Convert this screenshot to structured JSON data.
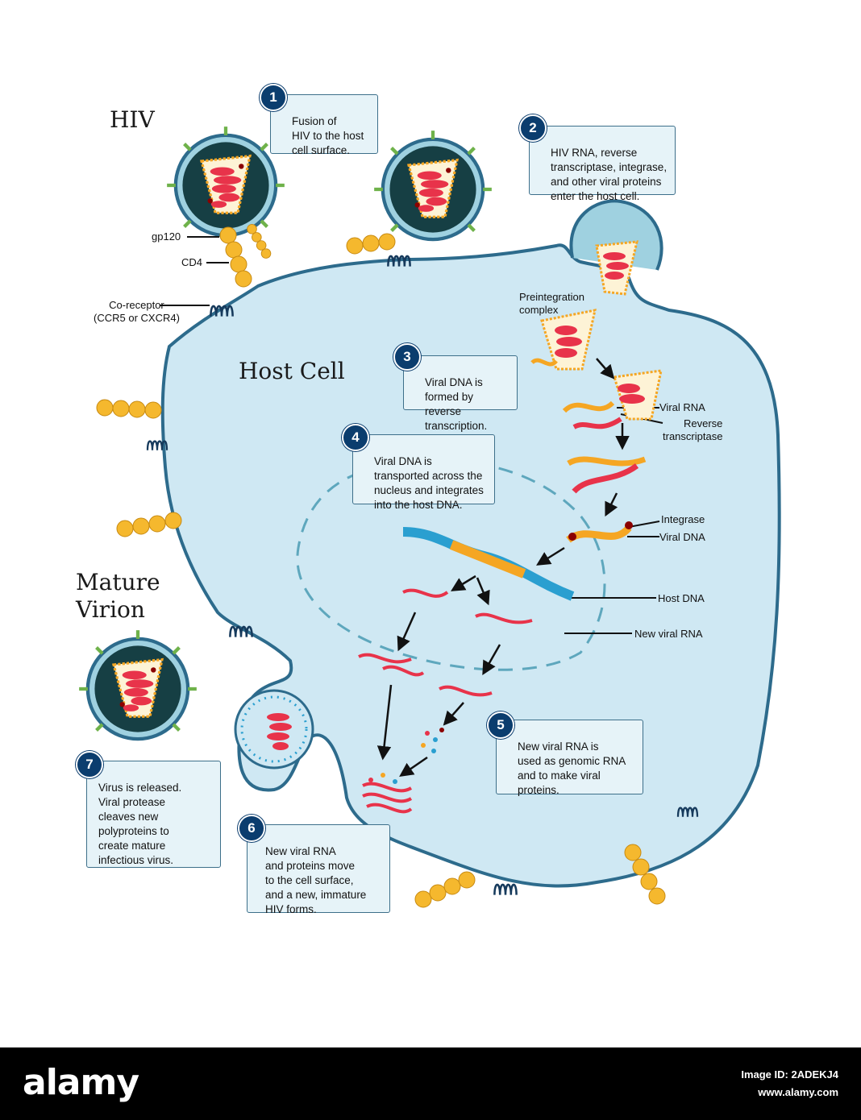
{
  "titles": {
    "hiv": "HIV",
    "host_cell": "Host Cell",
    "mature_virion": "Mature\nVirion"
  },
  "steps": [
    {
      "num": "1",
      "text": "Fusion of\nHIV to the host\ncell surface."
    },
    {
      "num": "2",
      "text": "HIV RNA, reverse\ntranscriptase, integrase,\nand other viral proteins\nenter the host cell."
    },
    {
      "num": "3",
      "text": "Viral DNA is\nformed by reverse\ntranscription."
    },
    {
      "num": "4",
      "text": "Viral DNA is\ntransported across the\nnucleus and integrates\ninto the host DNA."
    },
    {
      "num": "5",
      "text": "New viral RNA is\nused as genomic RNA\nand to make viral\nproteins."
    },
    {
      "num": "6",
      "text": "New viral RNA\nand proteins move\nto the cell surface,\nand a new, immature\nHIV forms."
    },
    {
      "num": "7",
      "text": "Virus is released.\nViral protease\ncleaves new\npolyproteins to\ncreate mature\ninfectious virus."
    }
  ],
  "labels": {
    "gp120": "gp120",
    "cd4": "CD4",
    "coreceptor": "Co-receptor\n(CCR5 or CXCR4)",
    "preintegration": "Preintegration\ncomplex",
    "viral_rna": "Viral RNA",
    "reverse_transcriptase": "Reverse\ntranscriptase",
    "integrase": "Integrase",
    "viral_dna": "Viral DNA",
    "host_dna": "Host DNA",
    "new_viral_rna": "New viral RNA"
  },
  "footer": {
    "logo": "alamy",
    "image_id": "Image ID: 2ADEKJ4",
    "site": "www.alamy.com"
  },
  "colors": {
    "cell_fill": "#cfe8f3",
    "membrane": "#2d6b8c",
    "capsid": "#f5a623",
    "rna": "#e8334a",
    "badge": "#0b3d6e",
    "footer": "#000000"
  }
}
